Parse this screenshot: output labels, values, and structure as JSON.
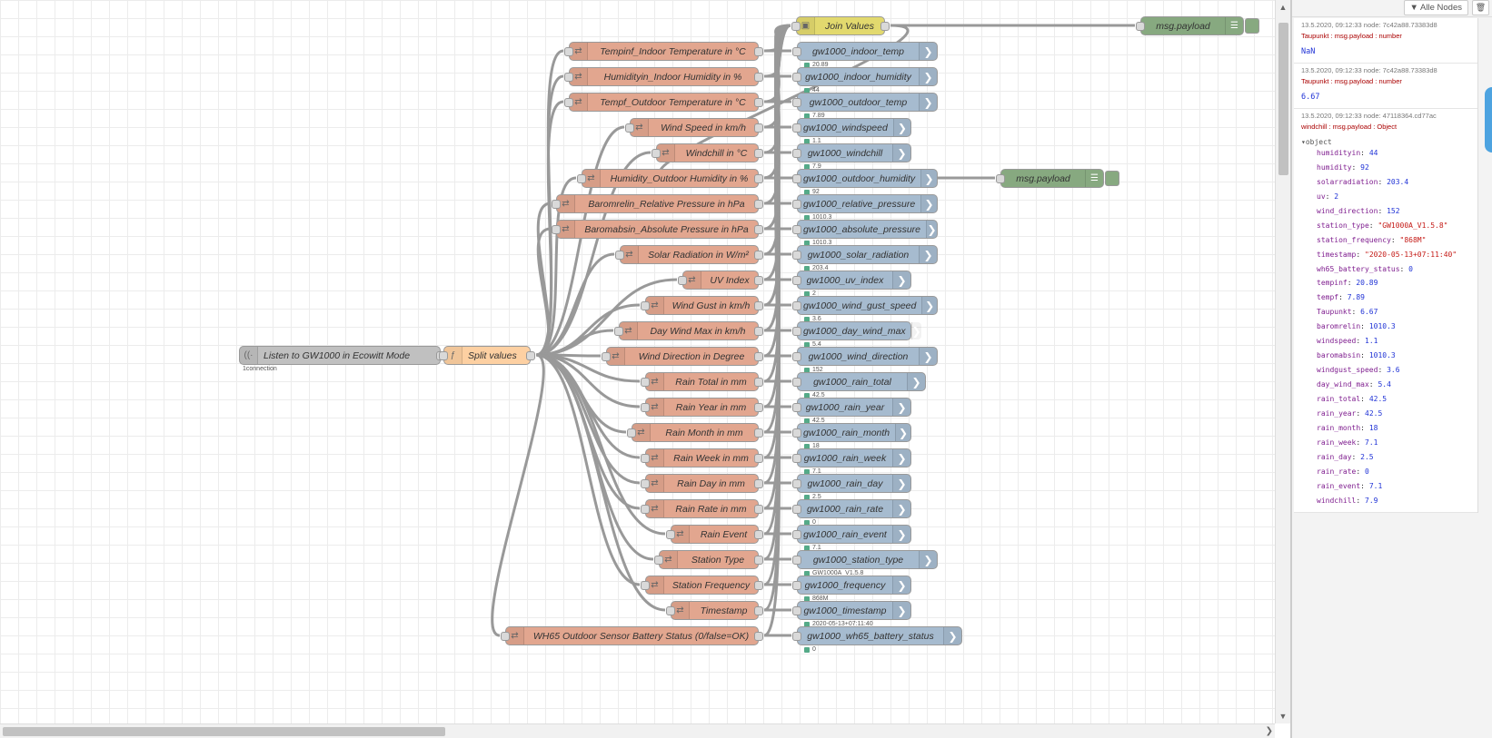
{
  "flow": {
    "udp": {
      "label": "Listen to GW1000 in Ecowitt Mode",
      "status": "1connection"
    },
    "split": {
      "label": "Split values"
    },
    "join": {
      "label": "Join Values"
    },
    "taupunkt": {
      "label": "Taupunkt"
    },
    "debug_top": {
      "label": "msg.payload"
    },
    "debug_mid": {
      "label": "msg.payload"
    },
    "rows": [
      {
        "conv": "Tempinf_Indoor Temperature in °C",
        "mqtt": "gw1000_indoor_temp",
        "status": "20.89"
      },
      {
        "conv": "Humidityin_Indoor Humidity in %",
        "mqtt": "gw1000_indoor_humidity",
        "status": "44"
      },
      {
        "conv": "Tempf_Outdoor Temperature in °C",
        "mqtt": "gw1000_outdoor_temp",
        "status": "7.89"
      },
      {
        "conv": "Wind Speed in km/h",
        "mqtt": "gw1000_windspeed",
        "status": "1.1"
      },
      {
        "conv": "Windchill in °C",
        "mqtt": "gw1000_windchill",
        "status": "7.9"
      },
      {
        "conv": "Humidity_Outdoor Humidity in %",
        "mqtt": "gw1000_outdoor_humidity",
        "status": "92"
      },
      {
        "conv": "Baromrelin_Relative Pressure in hPa",
        "mqtt": "gw1000_relative_pressure",
        "status": "1010.3"
      },
      {
        "conv": "Baromabsin_Absolute Pressure in hPa",
        "mqtt": "gw1000_absolute_pressure",
        "status": "1010.3"
      },
      {
        "conv": "Solar Radiation in W/m²",
        "mqtt": "gw1000_solar_radiation",
        "status": "203.4"
      },
      {
        "conv": "UV Index",
        "mqtt": "gw1000_uv_index",
        "status": "2"
      },
      {
        "conv": "Wind Gust in km/h",
        "mqtt": "gw1000_wind_gust_speed",
        "status": "3.6"
      },
      {
        "conv": "Day Wind Max in km/h",
        "mqtt": "gw1000_day_wind_max",
        "status": "5.4"
      },
      {
        "conv": "Wind Direction in Degree",
        "mqtt": "gw1000_wind_direction",
        "status": "152"
      },
      {
        "conv": "Rain Total in mm",
        "mqtt": "gw1000_rain_total",
        "status": "42.5"
      },
      {
        "conv": "Rain Year in mm",
        "mqtt": "gw1000_rain_year",
        "status": "42.5"
      },
      {
        "conv": "Rain Month in mm",
        "mqtt": "gw1000_rain_month",
        "status": "18"
      },
      {
        "conv": "Rain Week in mm",
        "mqtt": "gw1000_rain_week",
        "status": "7.1"
      },
      {
        "conv": "Rain Day in mm",
        "mqtt": "gw1000_rain_day",
        "status": "2.5"
      },
      {
        "conv": "Rain Rate in mm",
        "mqtt": "gw1000_rain_rate",
        "status": "0"
      },
      {
        "conv": "Rain Event",
        "mqtt": "gw1000_rain_event",
        "status": "7.1"
      },
      {
        "conv": "Station Type",
        "mqtt": "gw1000_station_type",
        "status": "GW1000A_V1.5.8"
      },
      {
        "conv": "Station Frequency",
        "mqtt": "gw1000_frequency",
        "status": "868M"
      },
      {
        "conv": "Timestamp",
        "mqtt": "gw1000_timestamp",
        "status": "2020-05-13+07:11:40"
      },
      {
        "conv": "WH65 Outdoor Sensor Battery Status (0/false=OK)",
        "mqtt": "gw1000_wh65_battery_status",
        "status": "0"
      }
    ]
  },
  "sidebar": {
    "filter_label": "Alle Nodes",
    "messages": [
      {
        "meta": "13.5.2020, 09:12:33    node: 7c42a88.73383d8",
        "topic": "Taupunkt : msg.payload : number",
        "value": "NaN"
      },
      {
        "meta": "13.5.2020, 09:12:33    node: 7c42a88.73383d8",
        "topic": "Taupunkt : msg.payload : number",
        "value": "6.67"
      }
    ],
    "object_message": {
      "meta": "13.5.2020, 09:12:33    node: 47118364.cd77ac",
      "topic": "windchill : msg.payload : Object",
      "header": "object",
      "props": [
        {
          "key": "humidityin",
          "value": "44",
          "type": "n"
        },
        {
          "key": "humidity",
          "value": "92",
          "type": "n"
        },
        {
          "key": "solarradiation",
          "value": "203.4",
          "type": "n"
        },
        {
          "key": "uv",
          "value": "2",
          "type": "n"
        },
        {
          "key": "wind_direction",
          "value": "152",
          "type": "n"
        },
        {
          "key": "station_type",
          "value": "\"GW1000A_V1.5.8\"",
          "type": "s"
        },
        {
          "key": "station_frequency",
          "value": "\"868M\"",
          "type": "s"
        },
        {
          "key": "timestamp",
          "value": "\"2020-05-13+07:11:40\"",
          "type": "s"
        },
        {
          "key": "wh65_battery_status",
          "value": "0",
          "type": "n"
        },
        {
          "key": "tempinf",
          "value": "20.89",
          "type": "n"
        },
        {
          "key": "tempf",
          "value": "7.89",
          "type": "n"
        },
        {
          "key": "Taupunkt",
          "value": "6.67",
          "type": "n"
        },
        {
          "key": "baromrelin",
          "value": "1010.3",
          "type": "n"
        },
        {
          "key": "windspeed",
          "value": "1.1",
          "type": "n"
        },
        {
          "key": "baromabsin",
          "value": "1010.3",
          "type": "n"
        },
        {
          "key": "windgust_speed",
          "value": "3.6",
          "type": "n"
        },
        {
          "key": "day_wind_max",
          "value": "5.4",
          "type": "n"
        },
        {
          "key": "rain_total",
          "value": "42.5",
          "type": "n"
        },
        {
          "key": "rain_year",
          "value": "42.5",
          "type": "n"
        },
        {
          "key": "rain_month",
          "value": "18",
          "type": "n"
        },
        {
          "key": "rain_week",
          "value": "7.1",
          "type": "n"
        },
        {
          "key": "rain_day",
          "value": "2.5",
          "type": "n"
        },
        {
          "key": "rain_rate",
          "value": "0",
          "type": "n"
        },
        {
          "key": "rain_event",
          "value": "7.1",
          "type": "n"
        },
        {
          "key": "windchill",
          "value": "7.9",
          "type": "n"
        }
      ]
    }
  },
  "colors": {
    "conv": "#e2a68f",
    "mqtt": "#a6bbcf",
    "debug": "#87a980",
    "func": "#fdd0a2",
    "join": "#e2d96e",
    "wire": "#999999"
  }
}
